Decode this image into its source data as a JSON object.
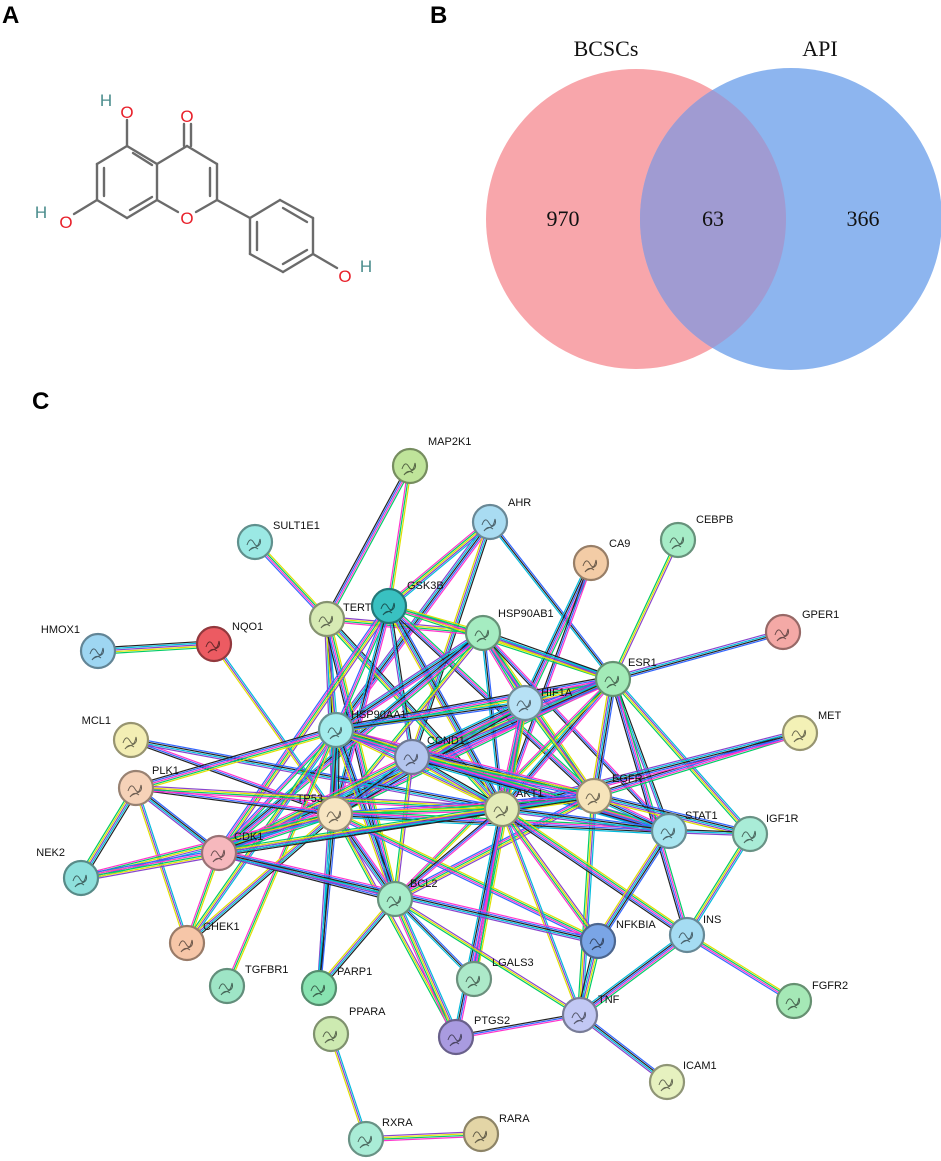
{
  "panels": {
    "a": "A",
    "b": "B",
    "c": "C"
  },
  "molecule": {
    "atom_o": "O",
    "atom_h": "H"
  },
  "venn": {
    "set_left": "BCSCs",
    "set_right": "API",
    "left_only": "970",
    "intersection": "63",
    "right_only": "366",
    "colors": {
      "left": "#f8a6ab",
      "right": "#8db5ef",
      "overlap": "#a09bd2"
    }
  },
  "network": {
    "nodes": [
      {
        "id": "MAP2K1",
        "color": "#bfe49a"
      },
      {
        "id": "AHR",
        "color": "#a9dcf2"
      },
      {
        "id": "CEBPB",
        "color": "#a6ecc7"
      },
      {
        "id": "SULT1E1",
        "color": "#9be9e4"
      },
      {
        "id": "CA9",
        "color": "#f3cca6"
      },
      {
        "id": "TERT",
        "color": "#d7ebb4"
      },
      {
        "id": "GSK3B",
        "color": "#39c1c1"
      },
      {
        "id": "HSP90AB1",
        "color": "#a5ecc1"
      },
      {
        "id": "GPER1",
        "color": "#f4a9a6"
      },
      {
        "id": "HMOX1",
        "color": "#9ed6f2"
      },
      {
        "id": "NQO1",
        "color": "#ec5b62"
      },
      {
        "id": "ESR1",
        "color": "#a3ebb8"
      },
      {
        "id": "HIF1A",
        "color": "#b7e1f5"
      },
      {
        "id": "MCL1",
        "color": "#f3eeb4"
      },
      {
        "id": "HSP90AA1",
        "color": "#a4ecec"
      },
      {
        "id": "MET",
        "color": "#f3f1b6"
      },
      {
        "id": "CCND1",
        "color": "#b3c5ee"
      },
      {
        "id": "PLK1",
        "color": "#f6d2b8"
      },
      {
        "id": "EGFR",
        "color": "#f6e4ba"
      },
      {
        "id": "TP53",
        "color": "#f7e5c2"
      },
      {
        "id": "AKT1",
        "color": "#e4ecb9"
      },
      {
        "id": "STAT1",
        "color": "#a8e5f0"
      },
      {
        "id": "IGF1R",
        "color": "#a9ecd7"
      },
      {
        "id": "CDK1",
        "color": "#f6b8bd"
      },
      {
        "id": "NEK2",
        "color": "#8ee0dc"
      },
      {
        "id": "BCL2",
        "color": "#a7ecca"
      },
      {
        "id": "CHEK1",
        "color": "#f6c6a8"
      },
      {
        "id": "NFKBIA",
        "color": "#7aa5e6"
      },
      {
        "id": "INS",
        "color": "#a5dcf2"
      },
      {
        "id": "TGFBR1",
        "color": "#9ee5c6"
      },
      {
        "id": "PARP1",
        "color": "#88e3b1"
      },
      {
        "id": "LGALS3",
        "color": "#ace9c9"
      },
      {
        "id": "FGFR2",
        "color": "#a5e8b6"
      },
      {
        "id": "PPARA",
        "color": "#cdeab1"
      },
      {
        "id": "TNF",
        "color": "#c2c8f4"
      },
      {
        "id": "PTGS2",
        "color": "#a99be0"
      },
      {
        "id": "ICAM1",
        "color": "#e6f1bf"
      },
      {
        "id": "RXRA",
        "color": "#a9ecd6"
      },
      {
        "id": "RARA",
        "color": "#e3d5a6"
      }
    ],
    "edges": [
      [
        "MAP2K1",
        "GSK3B"
      ],
      [
        "MAP2K1",
        "TERT"
      ],
      [
        "AHR",
        "HSP90AA1"
      ],
      [
        "AHR",
        "ESR1"
      ],
      [
        "AHR",
        "CCND1"
      ],
      [
        "AHR",
        "GSK3B"
      ],
      [
        "CEBPB",
        "ESR1"
      ],
      [
        "SULT1E1",
        "TERT"
      ],
      [
        "CA9",
        "HIF1A"
      ],
      [
        "CA9",
        "AKT1"
      ],
      [
        "TERT",
        "TP53"
      ],
      [
        "TERT",
        "AKT1"
      ],
      [
        "TERT",
        "HSP90AA1"
      ],
      [
        "TERT",
        "HSP90AB1"
      ],
      [
        "TERT",
        "BCL2"
      ],
      [
        "GSK3B",
        "HSP90AA1"
      ],
      [
        "GSK3B",
        "TP53"
      ],
      [
        "GSK3B",
        "AKT1"
      ],
      [
        "GSK3B",
        "CCND1"
      ],
      [
        "GSK3B",
        "ESR1"
      ],
      [
        "GSK3B",
        "CDK1"
      ],
      [
        "GSK3B",
        "HSP90AB1"
      ],
      [
        "GSK3B",
        "EGFR"
      ],
      [
        "HSP90AB1",
        "HSP90AA1"
      ],
      [
        "HSP90AB1",
        "AKT1"
      ],
      [
        "HSP90AB1",
        "ESR1"
      ],
      [
        "HSP90AB1",
        "HIF1A"
      ],
      [
        "HSP90AB1",
        "TP53"
      ],
      [
        "HSP90AB1",
        "EGFR"
      ],
      [
        "HSP90AB1",
        "CDK1"
      ],
      [
        "HSP90AB1",
        "STAT1"
      ],
      [
        "GPER1",
        "ESR1"
      ],
      [
        "HMOX1",
        "NQO1"
      ],
      [
        "NQO1",
        "TP53"
      ],
      [
        "ESR1",
        "HIF1A"
      ],
      [
        "ESR1",
        "HSP90AA1"
      ],
      [
        "ESR1",
        "TP53"
      ],
      [
        "ESR1",
        "AKT1"
      ],
      [
        "ESR1",
        "EGFR"
      ],
      [
        "ESR1",
        "STAT1"
      ],
      [
        "ESR1",
        "IGF1R"
      ],
      [
        "ESR1",
        "CCND1"
      ],
      [
        "ESR1",
        "BCL2"
      ],
      [
        "ESR1",
        "INS"
      ],
      [
        "ESR1",
        "CDK1"
      ],
      [
        "HIF1A",
        "HSP90AA1"
      ],
      [
        "HIF1A",
        "TP53"
      ],
      [
        "HIF1A",
        "AKT1"
      ],
      [
        "HIF1A",
        "EGFR"
      ],
      [
        "HIF1A",
        "LGALS3"
      ],
      [
        "HIF1A",
        "CCND1"
      ],
      [
        "MCL1",
        "TP53"
      ],
      [
        "MCL1",
        "AKT1"
      ],
      [
        "HSP90AA1",
        "TP53"
      ],
      [
        "HSP90AA1",
        "AKT1"
      ],
      [
        "HSP90AA1",
        "CCND1"
      ],
      [
        "HSP90AA1",
        "PLK1"
      ],
      [
        "HSP90AA1",
        "CDK1"
      ],
      [
        "HSP90AA1",
        "EGFR"
      ],
      [
        "HSP90AA1",
        "BCL2"
      ],
      [
        "HSP90AA1",
        "PARP1"
      ],
      [
        "HSP90AA1",
        "CHEK1"
      ],
      [
        "HSP90AA1",
        "STAT1"
      ],
      [
        "HSP90AA1",
        "TGFBR1"
      ],
      [
        "MET",
        "EGFR"
      ],
      [
        "MET",
        "AKT1"
      ],
      [
        "CCND1",
        "TP53"
      ],
      [
        "CCND1",
        "AKT1"
      ],
      [
        "CCND1",
        "CDK1"
      ],
      [
        "CCND1",
        "BCL2"
      ],
      [
        "CCND1",
        "EGFR"
      ],
      [
        "CCND1",
        "STAT1"
      ],
      [
        "PLK1",
        "TP53"
      ],
      [
        "PLK1",
        "CDK1"
      ],
      [
        "PLK1",
        "NEK2"
      ],
      [
        "PLK1",
        "CHEK1"
      ],
      [
        "PLK1",
        "AKT1"
      ],
      [
        "EGFR",
        "AKT1"
      ],
      [
        "EGFR",
        "TP53"
      ],
      [
        "EGFR",
        "STAT1"
      ],
      [
        "EGFR",
        "IGF1R"
      ],
      [
        "EGFR",
        "CDK1"
      ],
      [
        "EGFR",
        "TNF"
      ],
      [
        "EGFR",
        "BCL2"
      ],
      [
        "TP53",
        "AKT1"
      ],
      [
        "TP53",
        "CDK1"
      ],
      [
        "TP53",
        "BCL2"
      ],
      [
        "TP53",
        "PARP1"
      ],
      [
        "TP53",
        "CHEK1"
      ],
      [
        "TP53",
        "NEK2"
      ],
      [
        "TP53",
        "PTGS2"
      ],
      [
        "TP53",
        "NFKBIA"
      ],
      [
        "TP53",
        "STAT1"
      ],
      [
        "AKT1",
        "BCL2"
      ],
      [
        "AKT1",
        "STAT1"
      ],
      [
        "AKT1",
        "CDK1"
      ],
      [
        "AKT1",
        "TNF"
      ],
      [
        "AKT1",
        "NFKBIA"
      ],
      [
        "AKT1",
        "INS"
      ],
      [
        "AKT1",
        "LGALS3"
      ],
      [
        "AKT1",
        "PTGS2"
      ],
      [
        "STAT1",
        "NFKBIA"
      ],
      [
        "STAT1",
        "IGF1R"
      ],
      [
        "IGF1R",
        "INS"
      ],
      [
        "CDK1",
        "NEK2"
      ],
      [
        "CDK1",
        "CHEK1"
      ],
      [
        "CDK1",
        "BCL2"
      ],
      [
        "CDK1",
        "NFKBIA"
      ],
      [
        "BCL2",
        "LGALS3"
      ],
      [
        "BCL2",
        "PARP1"
      ],
      [
        "BCL2",
        "PTGS2"
      ],
      [
        "BCL2",
        "TNF"
      ],
      [
        "INS",
        "FGFR2"
      ],
      [
        "INS",
        "TNF"
      ],
      [
        "TNF",
        "PTGS2"
      ],
      [
        "TNF",
        "ICAM1"
      ],
      [
        "TNF",
        "NFKBIA"
      ],
      [
        "PPARA",
        "RXRA"
      ],
      [
        "RXRA",
        "RARA"
      ]
    ]
  }
}
